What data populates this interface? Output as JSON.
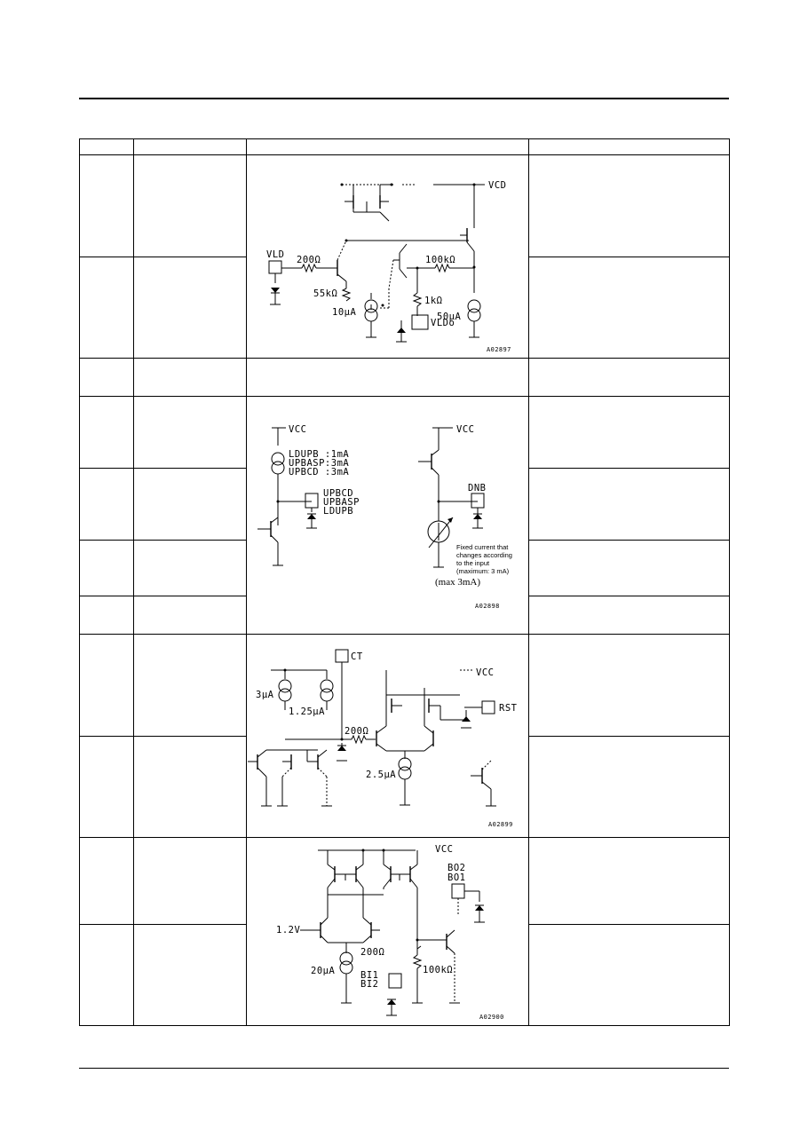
{
  "circuits": [
    {
      "labels": [
        "VCD",
        "VLD",
        "200Ω",
        "55kΩ",
        "10μA",
        "100kΩ",
        "1kΩ",
        "50μA",
        "VLDo"
      ],
      "code": "A02897"
    },
    {
      "labels": [
        "VCC",
        "LDUPB :1mA",
        "UPBASP:3mA",
        "UPBCD :3mA",
        "UPBCD",
        "UPBASP",
        "LDUPB",
        "VCC",
        "DNB"
      ],
      "note": [
        "Fixed current that",
        "changes according",
        "to the input",
        "(maximum: 3 mA)"
      ],
      "note2": "(max 3mA)",
      "code": "A02898"
    },
    {
      "labels": [
        "CT",
        "VCC",
        "3μA",
        "1.25μA",
        "200Ω",
        "RST",
        "2.5μA"
      ],
      "code": "A02899"
    },
    {
      "labels": [
        "VCC",
        "BO2",
        "BO1",
        "1.2V",
        "200Ω",
        "20μA",
        "BI1",
        "BI2",
        "100kΩ"
      ],
      "code": "A02900"
    }
  ]
}
